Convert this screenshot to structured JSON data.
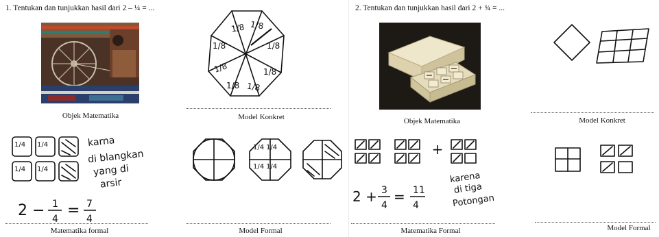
{
  "questions": [
    {
      "label": "1.  Tentukan dan tunjukkan hasil dari 2 – ¼ = ..."
    },
    {
      "label": "2.  Tentukan dan tunjukkan hasil dari 2 + ¾ = ..."
    }
  ],
  "q1": {
    "captions": {
      "objek": "Objek Matematika",
      "konkret": "Model Konkret",
      "formal_math": "Matematika formal",
      "formal_model": "Model  Formal"
    },
    "octagon_labels": [
      "1/8",
      "1/8",
      "1/8",
      "1/8",
      "1/8",
      "1/8",
      "1/8",
      "1/8"
    ],
    "note": [
      "karna",
      "di blangkan",
      "yang di",
      "arsir"
    ],
    "equation": {
      "left": "2 −",
      "num1": "1",
      "den1": "4",
      "eq": "=",
      "num2": "7",
      "den2": "4"
    },
    "square_labels": [
      "1/4",
      "1/4",
      "1/4",
      "1/4"
    ]
  },
  "q2": {
    "captions": {
      "objek": "Objek Matematika",
      "konkret": "Model Konkret",
      "formal_math": "Matematika Formal",
      "formal_model": "Model Formal"
    },
    "equation": {
      "left": "2 +",
      "num1": "3",
      "den1": "4",
      "eq": "=",
      "num2": "11",
      "den2": "4"
    },
    "plus": "+",
    "note": [
      "karena",
      "di tiga",
      "Potongan"
    ]
  },
  "colors": {
    "ink": "#111111",
    "photo_bg": "#3a2a22",
    "box_bg": "#e9e1c6"
  }
}
